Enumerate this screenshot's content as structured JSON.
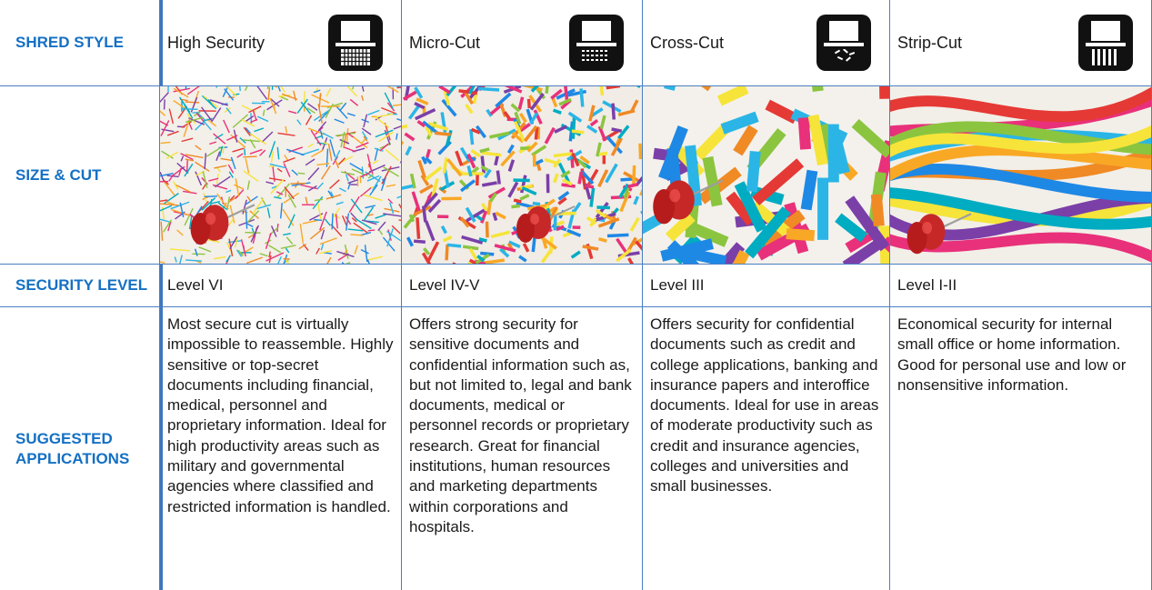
{
  "rows": {
    "style": "SHRED STYLE",
    "size": "SIZE & CUT",
    "security": "SECURITY LEVEL",
    "applications_line1": "SUGGESTED",
    "applications_line2": "APPLICATIONS"
  },
  "columns": [
    {
      "name": "High Security",
      "icon": "shredder-grid-icon",
      "photo": "high-security-shred-photo",
      "level": "Level VI",
      "description": "Most secure cut is virtually impossible to reassemble. Highly sensitive or top-secret documents including financial, medical, personnel and proprietary information. Ideal for high productivity areas such as military and governmental agencies where classified and restricted information is handled."
    },
    {
      "name": "Micro-Cut",
      "icon": "shredder-micro-icon",
      "photo": "micro-cut-shred-photo",
      "level": "Level IV-V",
      "description": "Offers strong security for sensitive documents and confidential information such as, but not limited to, legal and bank documents, medical or personnel records or proprietary research. Great for financial institutions, human resources and marketing departments within corporations and hospitals."
    },
    {
      "name": "Cross-Cut",
      "icon": "shredder-cross-icon",
      "photo": "cross-cut-shred-photo",
      "level": "Level III",
      "description": "Offers security for confidential documents such as credit and college applications, banking and insurance papers and interoffice documents. Ideal for use in areas of moderate productivity such as credit and insurance agencies, colleges and universities and small businesses."
    },
    {
      "name": "Strip-Cut",
      "icon": "shredder-strip-icon",
      "photo": "strip-cut-shred-photo",
      "level": "Level I-II",
      "description": "Economical security for internal small office or home information. Good for personal use and low or nonsensitive information."
    }
  ],
  "colors": {
    "heading": "#1470c4",
    "border": "#4a7fc0"
  }
}
